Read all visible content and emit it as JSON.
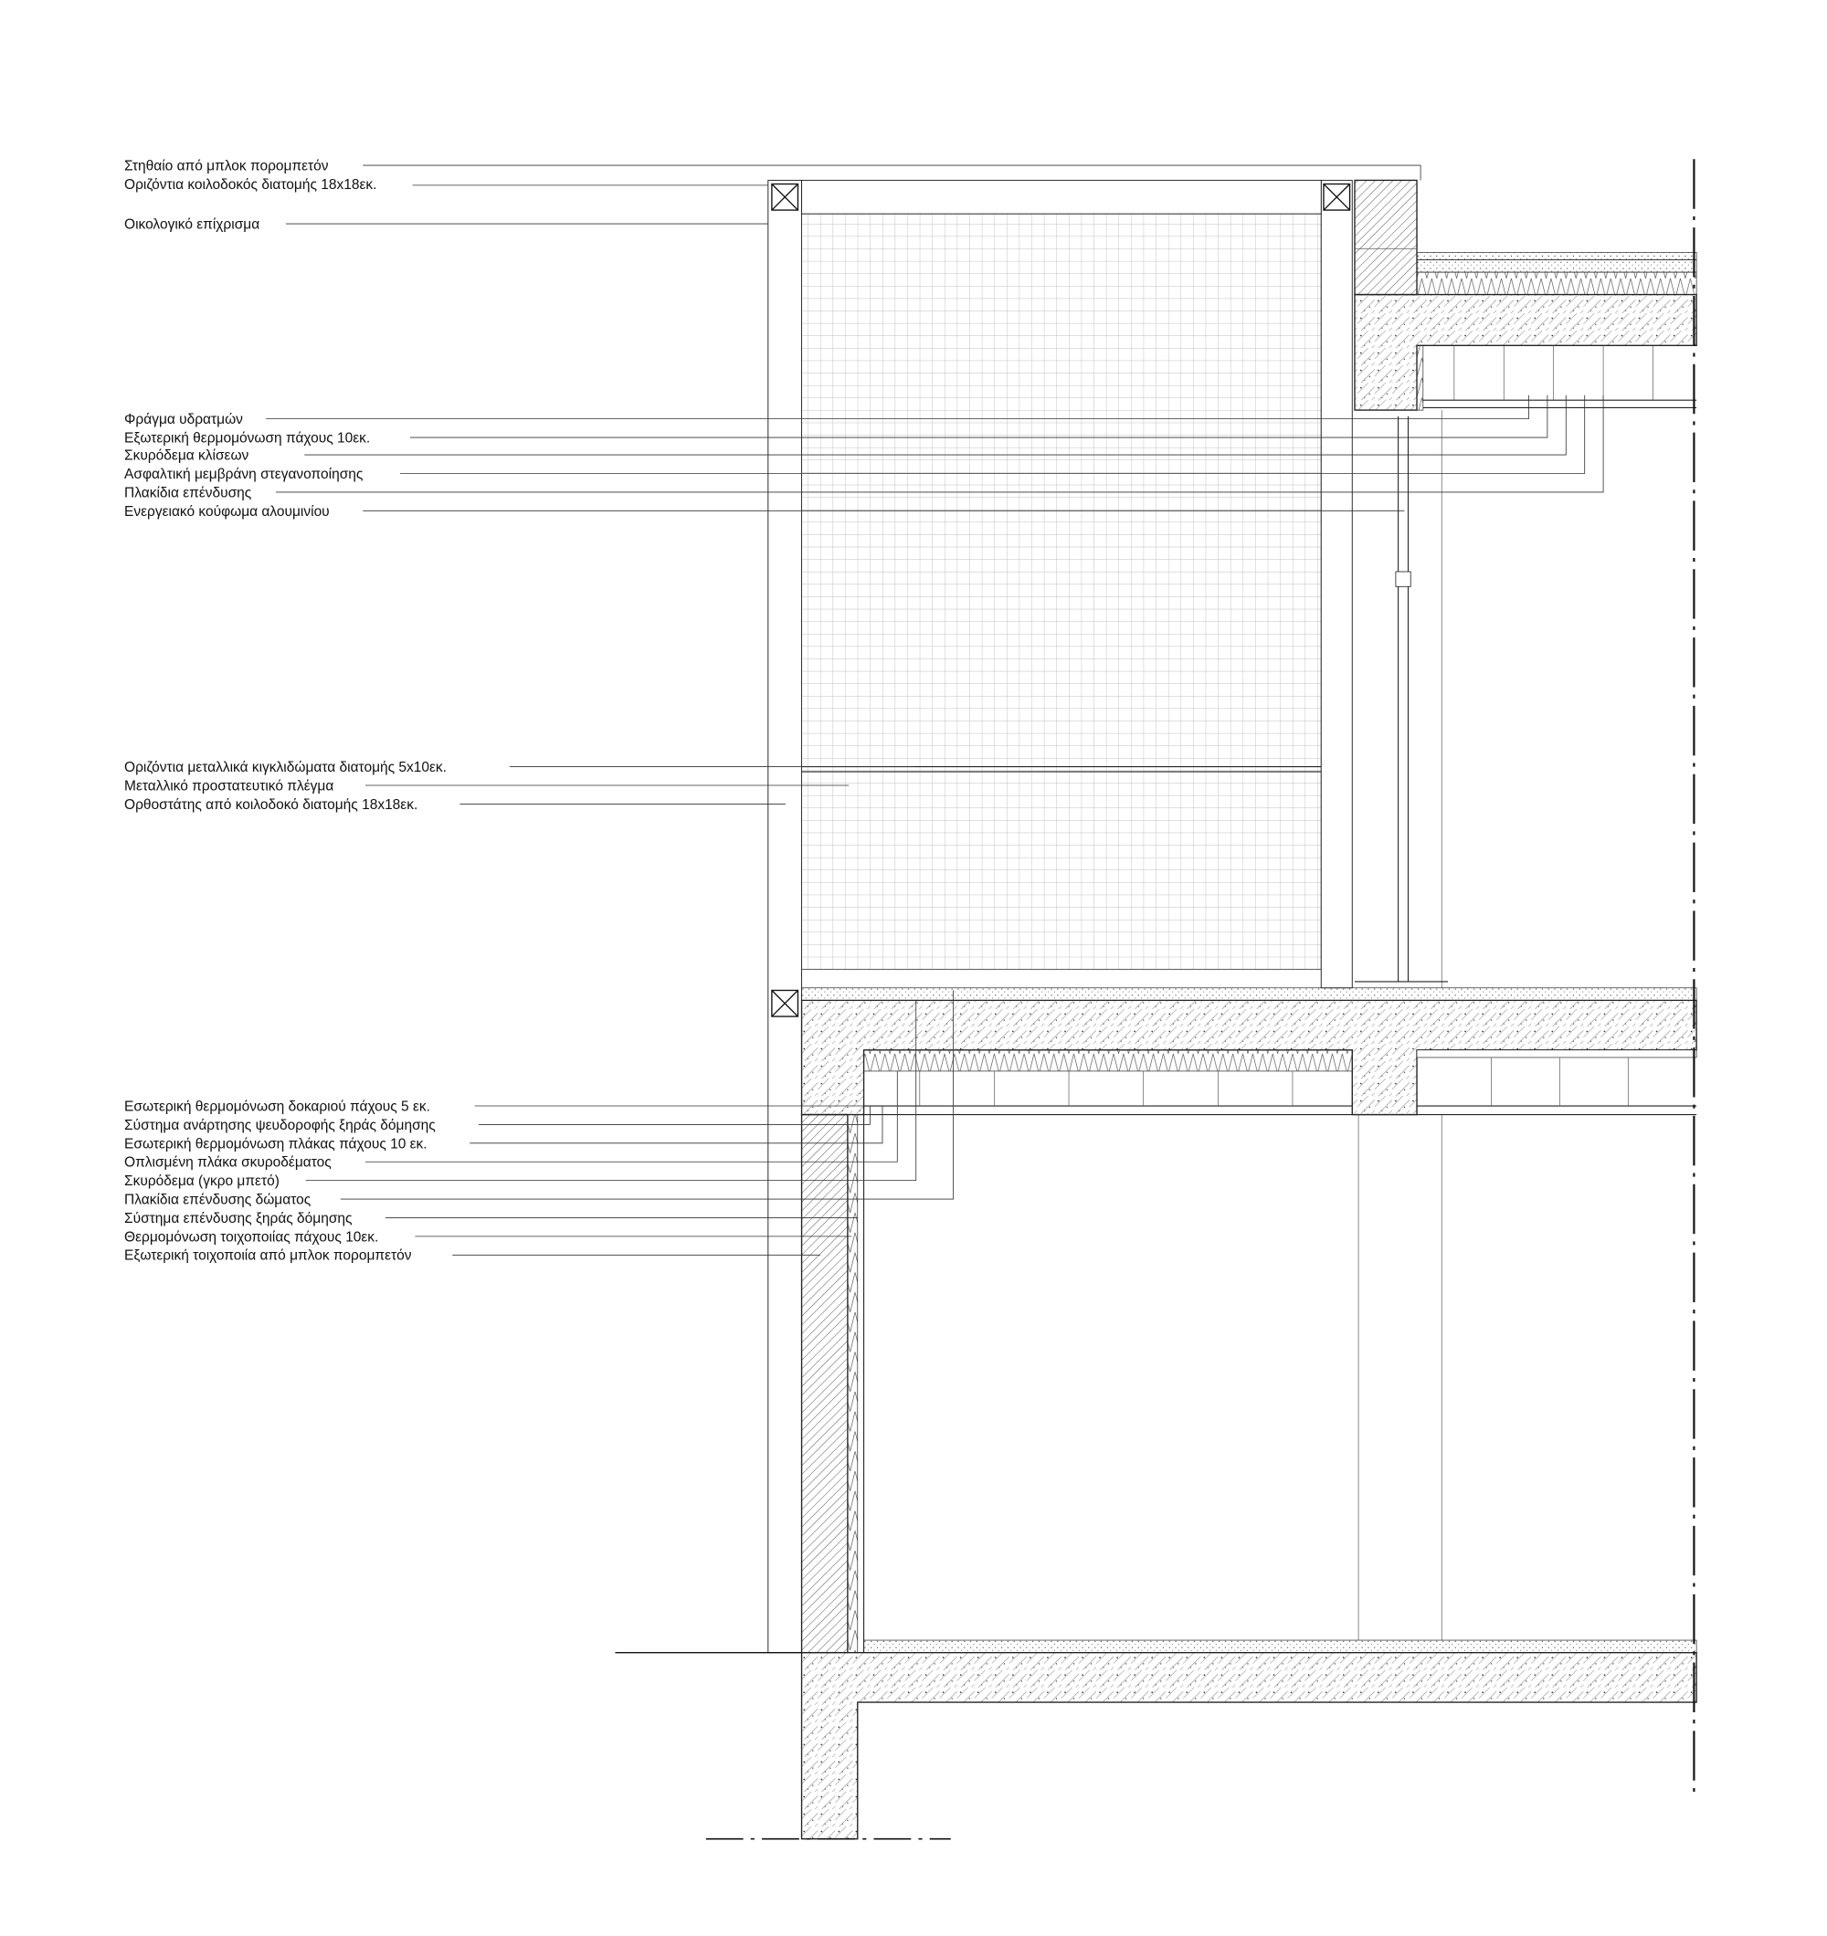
{
  "labels_top": [
    "Στηθαίο από μπλοκ πορομπετόν",
    "Οριζόντια κοιλοδοκός διατομής 18x18εκ.",
    "Οικολογικό επίχρισμα"
  ],
  "labels_roof": [
    "Φράγμα υδρατμών",
    "Εξωτερική θερμομόνωση πάχους 10εκ.",
    "Σκυρόδεμα κλίσεων",
    "Ασφαλτική μεμβράνη στεγανοποίησης",
    "Πλακίδια επένδυσης",
    "Ενεργειακό κούφωμα αλουμινίου"
  ],
  "labels_rail": [
    "Οριζόντια μεταλλικά κιγκλιδώματα διατομής 5x10εκ.",
    "Μεταλλικό προστατευτικό πλέγμα",
    "Ορθοστάτης από κοιλοδοκό διατομής 18x18εκ."
  ],
  "labels_floor": [
    "Εσωτερική θερμομόνωση δοκαριού πάχους 5 εκ.",
    "Σύστημα ανάρτησης ψευδοροφής ξηράς δόμησης",
    "Εσωτερική θερμομόνωση πλάκας πάχους 10 εκ.",
    "Οπλισμένη πλάκα σκυροδέματος",
    "Σκυρόδεμα (γκρο μπετό)",
    "Πλακίδια επένδυσης δώματος",
    "Σύστημα επένδυσης ξηράς δόμησης",
    "Θερμομόνωση τοιχοποιίας πάχους 10εκ.",
    "Εξωτερική τοιχοποιία από μπλοκ πορομπετόν"
  ]
}
